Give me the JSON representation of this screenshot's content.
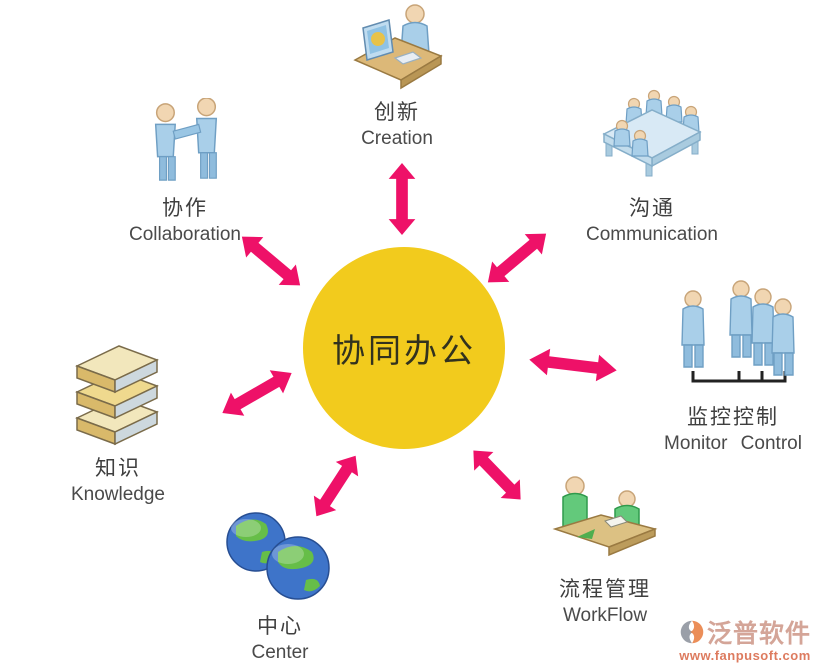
{
  "diagram": {
    "center": {
      "label": "协同办公"
    },
    "nodes": [
      {
        "id": "creation",
        "zh": "创新",
        "en": "Creation",
        "icon": "person-computer-icon"
      },
      {
        "id": "collaboration",
        "zh": "协作",
        "en": "Collaboration",
        "icon": "handshake-people-icon"
      },
      {
        "id": "communication",
        "zh": "沟通",
        "en": "Communication",
        "icon": "meeting-table-icon"
      },
      {
        "id": "monitor-control",
        "zh": "监控控制",
        "en": "Monitor Control",
        "icon": "standing-people-icon"
      },
      {
        "id": "workflow",
        "zh": "流程管理",
        "en": "WorkFlow",
        "icon": "workflow-desk-icon"
      },
      {
        "id": "center",
        "zh": "中心",
        "en": "Center",
        "icon": "twin-globes-icon"
      },
      {
        "id": "knowledge",
        "zh": "知识",
        "en": "Knowledge",
        "icon": "book-stack-icon"
      }
    ],
    "arrow_count": 7
  },
  "watermark": {
    "brand": "泛普软件",
    "url": "www.fanpusoft.com"
  },
  "colors": {
    "center-bg": "#F2CB1D",
    "center-text": "#32321E",
    "arrow": "#EE1168",
    "label-zh": "#3F3F3F",
    "label-en": "#4A4A4A",
    "watermark-brand": "#D4A598",
    "watermark-url": "#DD7B5F"
  }
}
